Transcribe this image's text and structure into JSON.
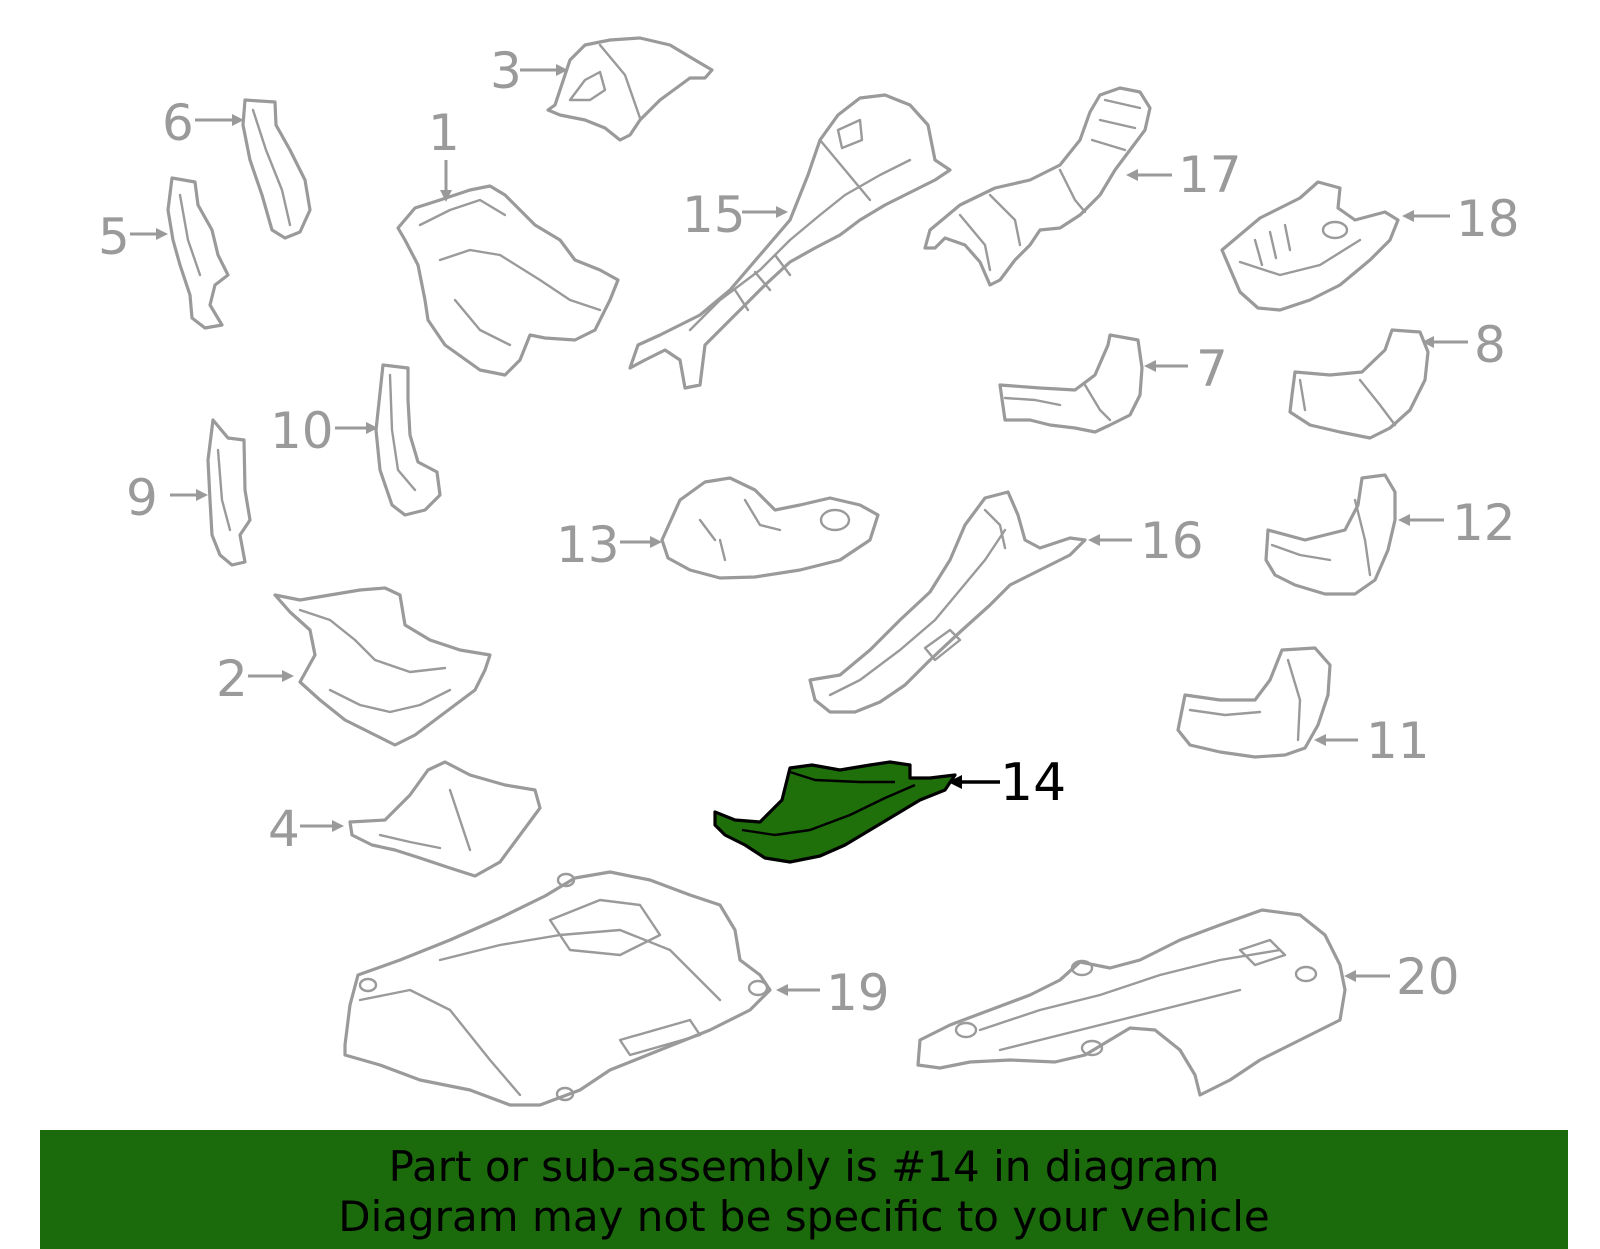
{
  "diagram": {
    "highlight_color": "#1f6f0a",
    "part_color": "#9a9a9a",
    "callouts": [
      {
        "id": "1",
        "label": "1"
      },
      {
        "id": "2",
        "label": "2"
      },
      {
        "id": "3",
        "label": "3"
      },
      {
        "id": "4",
        "label": "4"
      },
      {
        "id": "5",
        "label": "5"
      },
      {
        "id": "6",
        "label": "6"
      },
      {
        "id": "7",
        "label": "7"
      },
      {
        "id": "8",
        "label": "8"
      },
      {
        "id": "9",
        "label": "9"
      },
      {
        "id": "10",
        "label": "10"
      },
      {
        "id": "11",
        "label": "11"
      },
      {
        "id": "12",
        "label": "12"
      },
      {
        "id": "13",
        "label": "13"
      },
      {
        "id": "14",
        "label": "14",
        "highlighted": true
      },
      {
        "id": "15",
        "label": "15"
      },
      {
        "id": "16",
        "label": "16"
      },
      {
        "id": "17",
        "label": "17"
      },
      {
        "id": "18",
        "label": "18"
      },
      {
        "id": "19",
        "label": "19"
      },
      {
        "id": "20",
        "label": "20"
      }
    ]
  },
  "footer": {
    "background_color": "#1b6a0c",
    "line1": "Part or sub-assembly is #14 in diagram",
    "line2": "Diagram may not be specific to your vehicle"
  }
}
